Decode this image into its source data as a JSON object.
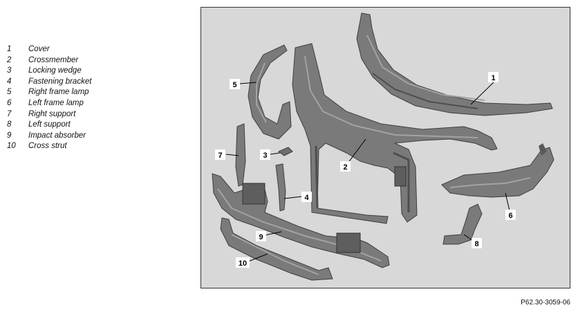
{
  "legend": [
    {
      "num": "1",
      "label": "Cover"
    },
    {
      "num": "2",
      "label": "Crossmember"
    },
    {
      "num": "3",
      "label": "Locking wedge"
    },
    {
      "num": "4",
      "label": "Fastening bracket"
    },
    {
      "num": "5",
      "label": "Right frame lamp"
    },
    {
      "num": "6",
      "label": "Left frame lamp"
    },
    {
      "num": "7",
      "label": "Right support"
    },
    {
      "num": "8",
      "label": "Left support"
    },
    {
      "num": "9",
      "label": "Impact absorber"
    },
    {
      "num": "10",
      "label": "Cross strut"
    }
  ],
  "callouts": [
    "1",
    "2",
    "3",
    "4",
    "5",
    "6",
    "7",
    "8",
    "9",
    "10"
  ],
  "reference": "P62.30-3059-06",
  "colors": {
    "background": "#d8d8d8",
    "part_fill": "#7a7a7a",
    "part_dark": "#4e4e4e",
    "part_light": "#a3a3a3"
  }
}
